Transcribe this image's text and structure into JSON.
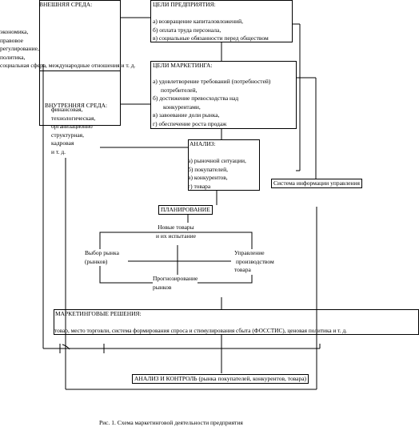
{
  "external": {
    "title": "ВНЕШНЯЯ СРЕДА:",
    "items": [
      "экономика,",
      "правовое",
      "регулирование,",
      "политика,",
      "социальная сфера, международные отношения и т. д."
    ]
  },
  "internal": {
    "title": "ВНУТРЕННЯЯ СРЕДА:",
    "items": [
      "финансовая,",
      "технологическая,",
      "организационно",
      "структурная,",
      "кадровая",
      "и т. д."
    ]
  },
  "enterprise_goals": {
    "title": "ЦЕЛИ ПРЕДПРИЯТИЯ:",
    "items": [
      "а) возвращение капиталовложений,",
      "б) оплата труда персонала,",
      "в) социальные обязанности перед обществом"
    ]
  },
  "marketing_goals": {
    "title": "ЦЕЛИ МАРКЕТИНГА:",
    "items": [
      "а) удовлетворение требований (потребностей)",
      "потребителей,",
      "б) достижение превосходства над",
      "конкурентами,",
      "в) завоевание доли рынка,",
      "г) обеспечение роста продаж"
    ]
  },
  "analysis": {
    "title": "АНАЛИЗ:",
    "items": [
      "а) рыночной ситуации,",
      "б) покупателей,",
      "в) конкурентов,",
      "г) товара"
    ]
  },
  "info_system": "Система информации управления",
  "planning": {
    "title": "ПЛАНИРОВАНИЕ",
    "new_products": [
      "Новые товары",
      "и их испытание"
    ],
    "market_choice": [
      "Выбор рынка",
      "(рынков)"
    ],
    "management": [
      "Управление",
      "производством",
      "товара"
    ],
    "forecasting": [
      "Прогнозирование",
      "рынков"
    ]
  },
  "decisions": {
    "title": "МАРКЕТИНГОВЫЕ РЕШЕНИЯ:",
    "text": "товар, место торговли, система формирования спроса и стимулирования сбыта (ФОССТИС), ценовая политика и т. д."
  },
  "control": "АНАЛИЗ И КОНТРОЛЬ (рынка покупателей, конкурентов, товара)",
  "caption": "Рис. 1. Схема маркетинговой деятельности предприятия"
}
